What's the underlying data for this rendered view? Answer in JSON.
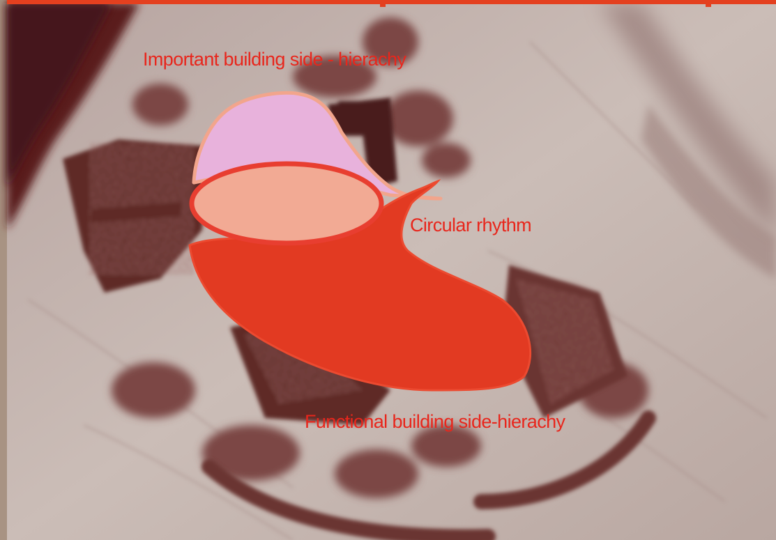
{
  "annotations": {
    "important": "Important building side - hierachy",
    "circular": "Circular rhythm",
    "functional": "Functional building side-hierachy"
  },
  "colors": {
    "label_text": "#e8261c",
    "top_bar": "#e4401f",
    "frame_border": "#a89383",
    "cloth": "#c7b8b2",
    "cloth_shadow": "#a68c86",
    "dark_corner": "#5a1f1e",
    "vegetation": "#7c4644",
    "building_dark": "#5e2a27",
    "shape_pink": "#e8b2dc",
    "shape_pink_border": "#f2a58c",
    "shape_ellipse_fill": "#f2aa94",
    "shape_ellipse_border": "#e83e30",
    "shape_red": "#e23a22"
  }
}
